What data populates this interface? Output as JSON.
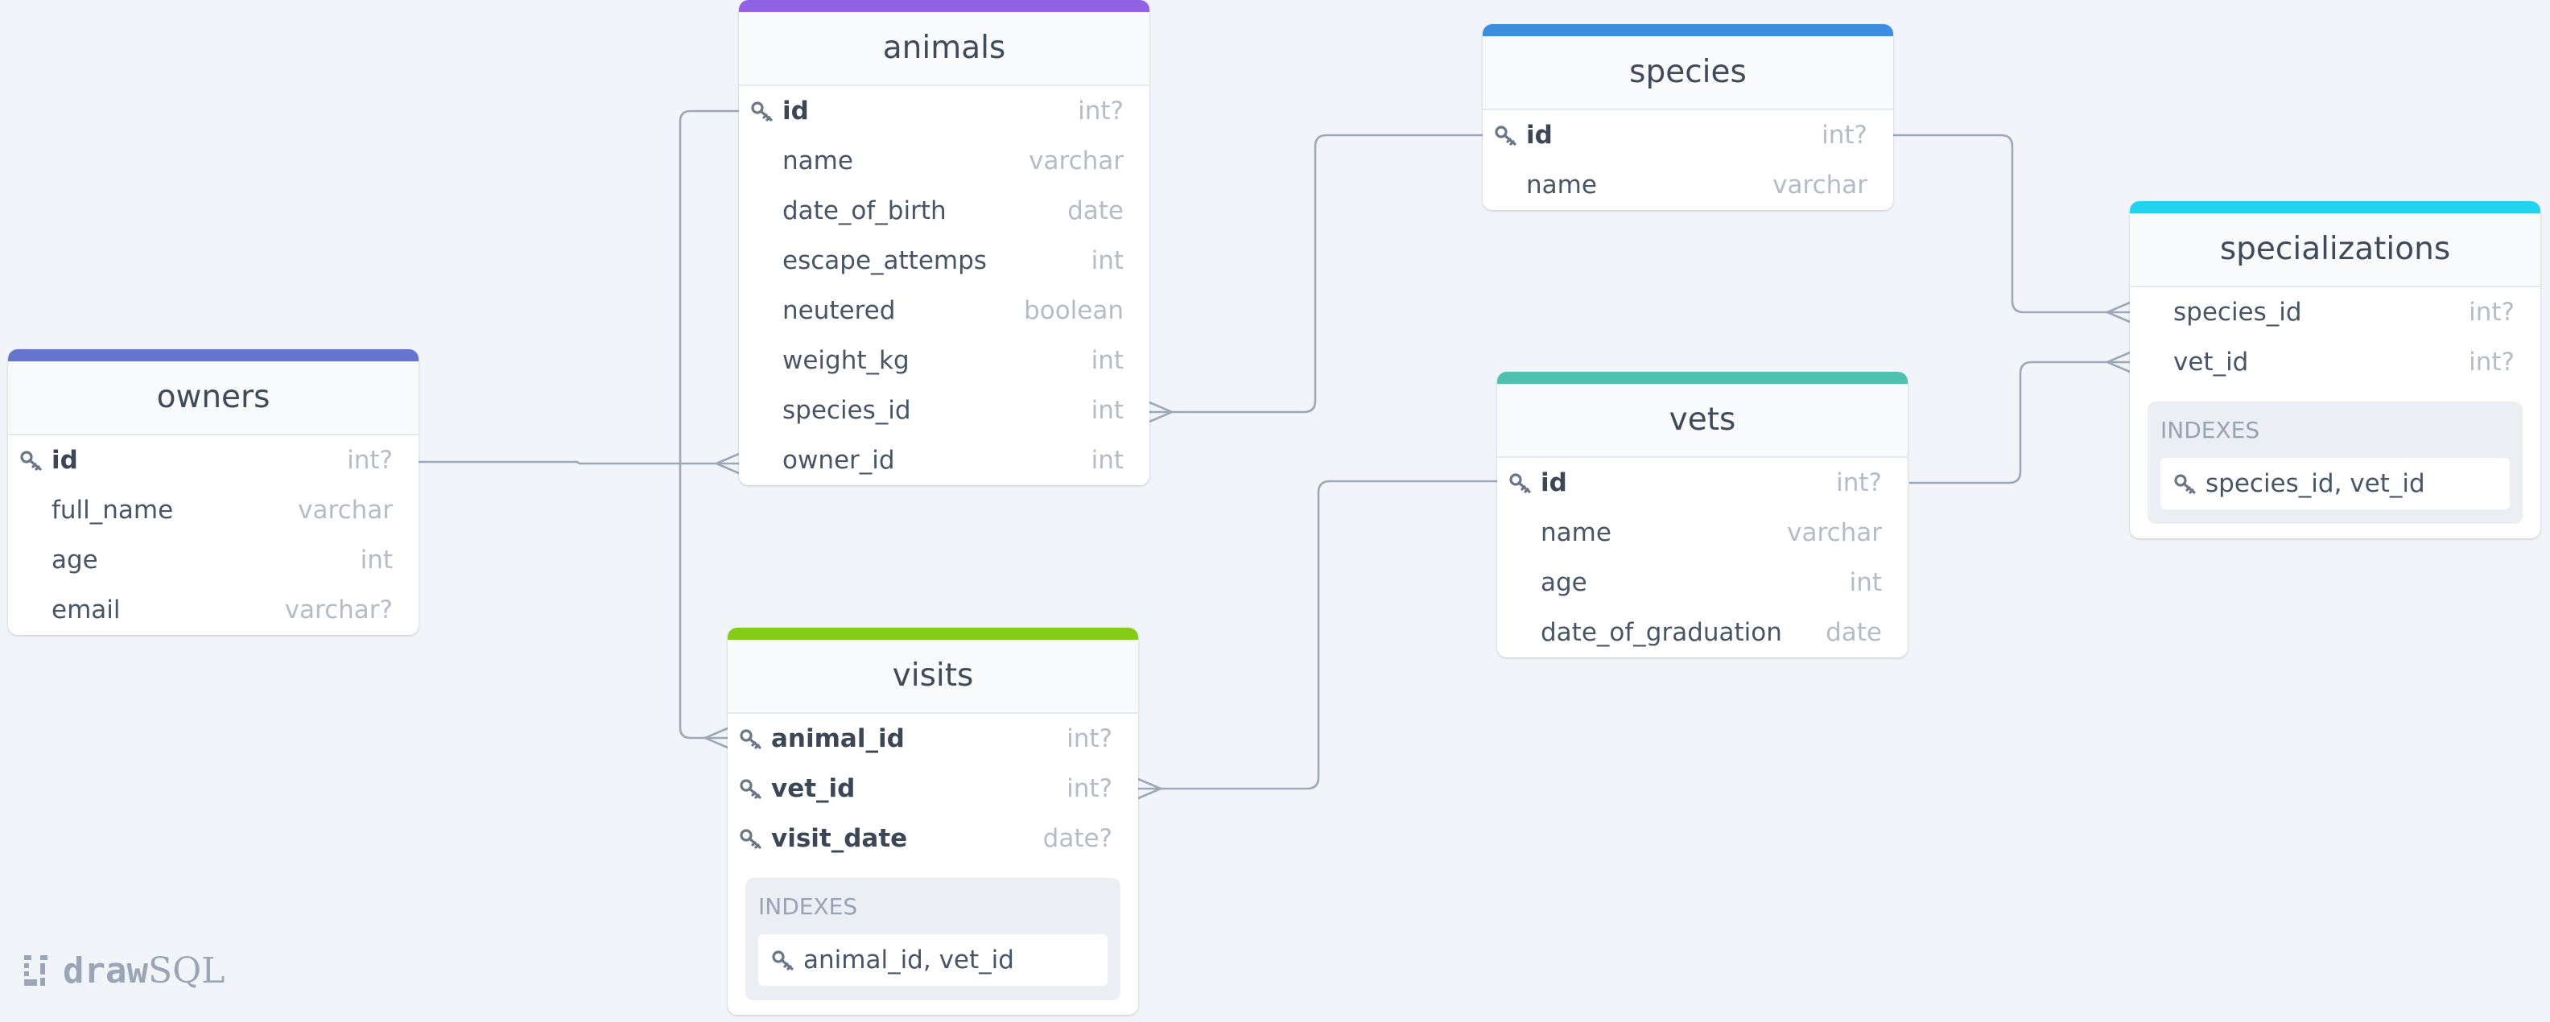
{
  "brand": {
    "logo_icon": "drawsql-logo-icon",
    "word_draw": "draw",
    "word_sql": "SQL"
  },
  "icons": {
    "primary_key": "key-icon"
  },
  "tables": {
    "animals": {
      "name": "animals",
      "accent": "#9162e4",
      "columns": [
        {
          "name": "id",
          "type": "int?",
          "key": true
        },
        {
          "name": "name",
          "type": "varchar",
          "key": false
        },
        {
          "name": "date_of_birth",
          "type": "date",
          "key": false
        },
        {
          "name": "escape_attemps",
          "type": "int",
          "key": false
        },
        {
          "name": "neutered",
          "type": "boolean",
          "key": false
        },
        {
          "name": "weight_kg",
          "type": "int",
          "key": false
        },
        {
          "name": "species_id",
          "type": "int",
          "key": false
        },
        {
          "name": "owner_id",
          "type": "int",
          "key": false
        }
      ]
    },
    "species": {
      "name": "species",
      "accent": "#3b8ee0",
      "columns": [
        {
          "name": "id",
          "type": "int?",
          "key": true
        },
        {
          "name": "name",
          "type": "varchar",
          "key": false
        }
      ]
    },
    "specializations": {
      "name": "specializations",
      "accent": "#22d3ee",
      "columns": [
        {
          "name": "species_id",
          "type": "int?",
          "key": false
        },
        {
          "name": "vet_id",
          "type": "int?",
          "key": false
        }
      ],
      "indexes_label": "INDEXES",
      "indexes": [
        "species_id, vet_id"
      ]
    },
    "owners": {
      "name": "owners",
      "accent": "#6574cd",
      "columns": [
        {
          "name": "id",
          "type": "int?",
          "key": true
        },
        {
          "name": "full_name",
          "type": "varchar",
          "key": false
        },
        {
          "name": "age",
          "type": "int",
          "key": false
        },
        {
          "name": "email",
          "type": "varchar?",
          "key": false
        }
      ]
    },
    "vets": {
      "name": "vets",
      "accent": "#4fc1b0",
      "columns": [
        {
          "name": "id",
          "type": "int?",
          "key": true
        },
        {
          "name": "name",
          "type": "varchar",
          "key": false
        },
        {
          "name": "age",
          "type": "int",
          "key": false
        },
        {
          "name": "date_of_graduation",
          "type": "date",
          "key": false
        }
      ]
    },
    "visits": {
      "name": "visits",
      "accent": "#84cc16",
      "columns": [
        {
          "name": "animal_id",
          "type": "int?",
          "key": true
        },
        {
          "name": "vet_id",
          "type": "int?",
          "key": true
        },
        {
          "name": "visit_date",
          "type": "date?",
          "key": true
        }
      ],
      "indexes_label": "INDEXES",
      "indexes": [
        "animal_id, vet_id"
      ]
    }
  }
}
